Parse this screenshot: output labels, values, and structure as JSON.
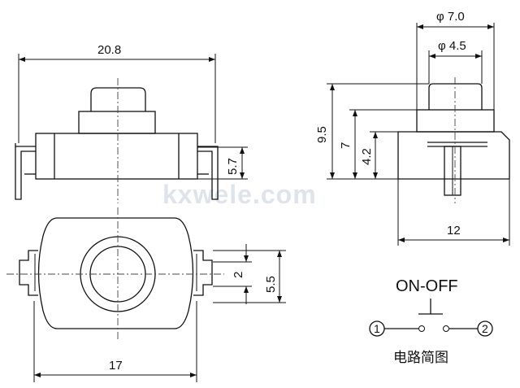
{
  "watermark": "kxwele.com",
  "dimensions": {
    "top_width": "20.8",
    "body_height": "5.7",
    "bottom_width": "17",
    "pin_spacing_inner": "2",
    "pin_spacing_outer": "5.5",
    "outer_diameter": "φ 7.0",
    "inner_diameter": "φ 4.5",
    "total_height": "9.5",
    "mid_height": "7",
    "body_h": "4.2",
    "side_width": "12"
  },
  "schematic": {
    "label": "ON-OFF",
    "pin1": "1",
    "pin2": "2",
    "caption": "电路简图"
  }
}
